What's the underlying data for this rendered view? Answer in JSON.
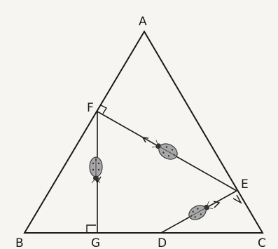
{
  "labels": {
    "A": "A",
    "B": "B",
    "C": "C",
    "D": "D",
    "E": "E",
    "F": "F",
    "G": "G"
  },
  "colors": {
    "background": "#f6f5f2",
    "ink": "#1a1a1a",
    "ladybug_body": "#a8a8a8",
    "ladybug_spots": "#333333"
  },
  "path_order": [
    "D",
    "E",
    "F",
    "G"
  ],
  "right_angles_at": [
    "E",
    "F",
    "G"
  ],
  "ladybug_count": 3
}
